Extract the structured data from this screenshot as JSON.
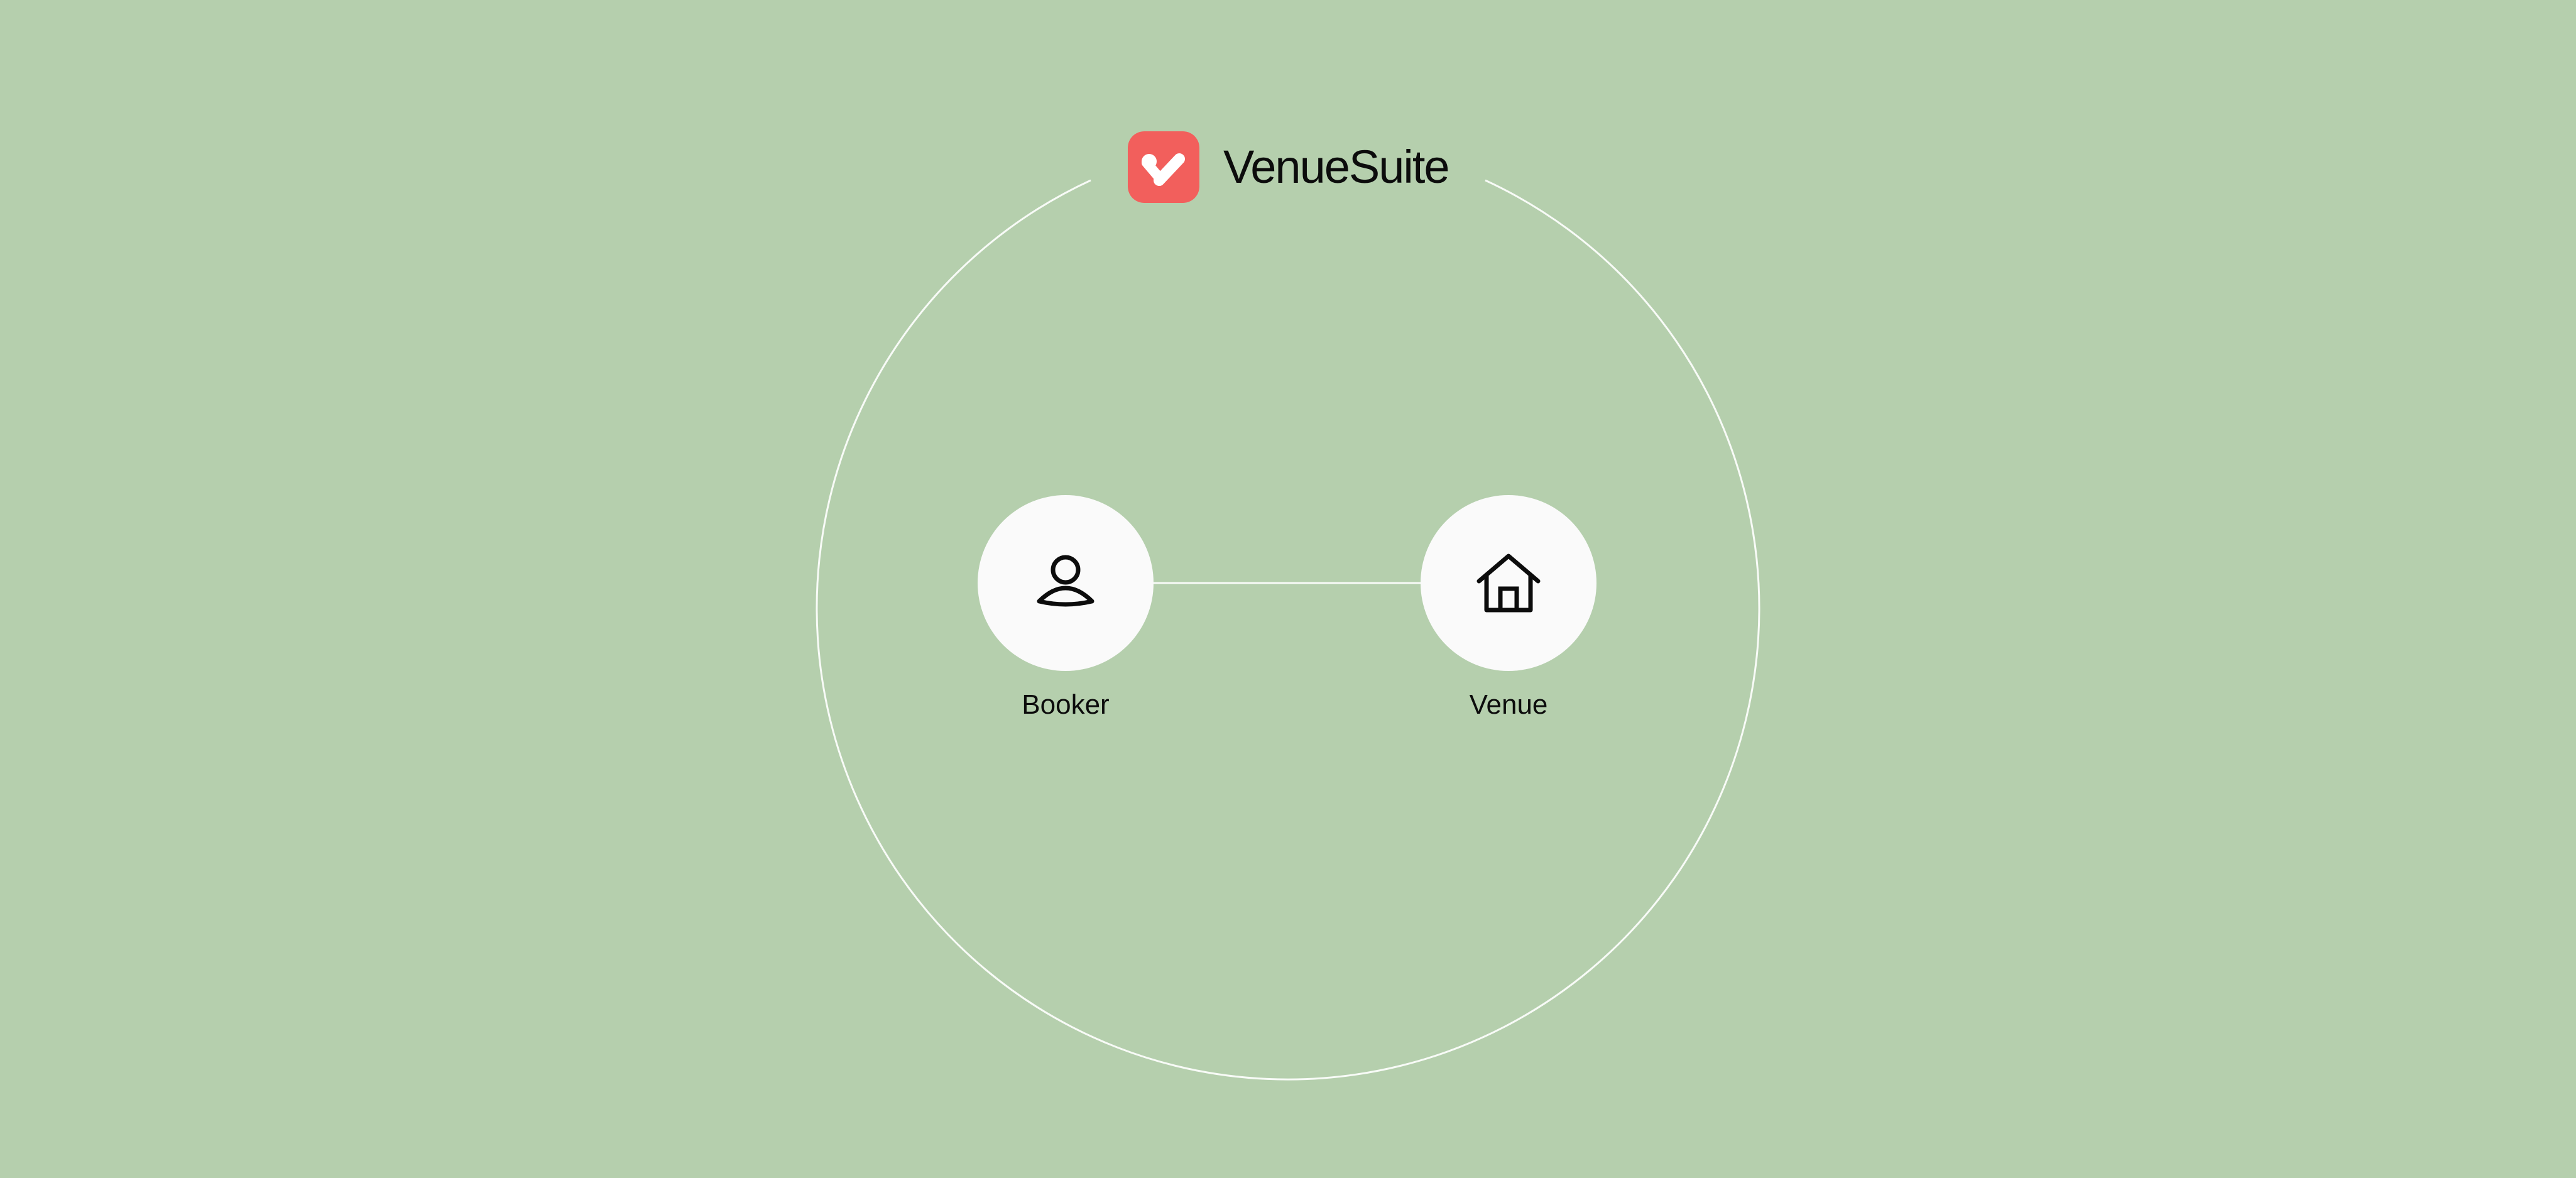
{
  "brand": {
    "name": "VenueSuite",
    "accent_color": "#f25f5c",
    "logo_icon": "venuesuite-check-heart-icon"
  },
  "nodes": [
    {
      "id": "booker",
      "label": "Booker",
      "icon": "person-icon"
    },
    {
      "id": "venue",
      "label": "Venue",
      "icon": "house-icon"
    }
  ],
  "connection": {
    "from": "booker",
    "to": "venue"
  },
  "colors": {
    "background": "#b5cfad",
    "node_fill": "#fafafa",
    "line": "#ffffff",
    "text": "#0c0c0c"
  }
}
